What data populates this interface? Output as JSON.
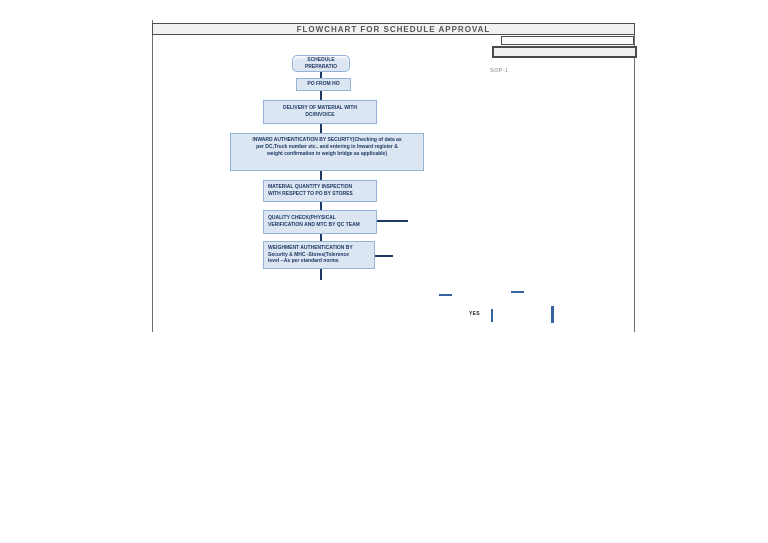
{
  "header": {
    "title": "FLOWCHART FOR SCHEDULE APPROVAL",
    "sop_label": "SOP-1"
  },
  "flowchart": {
    "nodes": [
      {
        "id": "schedule-preparation",
        "shape": "rounded",
        "label": "SCHEDULE\nPREPARATIO"
      },
      {
        "id": "po-from-ho",
        "shape": "rect",
        "label": "PO FROM HO"
      },
      {
        "id": "delivery-of-material",
        "shape": "rect",
        "label": "DELIVERY OF MATERIAL WITH\nDC/INVOICE"
      },
      {
        "id": "inward-authentication",
        "shape": "rect",
        "label": "INWARD AUTHENTICATION BY SECURITY(Checking of data as\nper DC,Truck number etc.. and entering in Inward register &\nweight confirmation in weigh bridge as applicable)"
      },
      {
        "id": "material-quantity-inspection",
        "shape": "rect",
        "label": "MATERIAL QUANTITY INSPECTION\nWITH RESPECT TO  PO BY STORES"
      },
      {
        "id": "quality-check",
        "shape": "rect",
        "label": "QUALITY CHECK(PHYSICAL\nVERIFICATION AND MTC BY QC TEAM"
      },
      {
        "id": "weighment-authentication",
        "shape": "rect",
        "label": "WEIGHMENT AUTHENTICATION BY\nSecurity & MHC -Stores(Tolerence\nlevel --As per  standard norms"
      }
    ],
    "branch_labels": {
      "yes": "YES"
    }
  },
  "colors": {
    "node_fill": "#dce6f2",
    "node_border": "#95b3d7",
    "node_text": "#1f3864",
    "connector": "#1f3864",
    "branch_fragment": "#35639f",
    "title_bar_fill": "#f1f1f1",
    "frame_border": "#4d4d4d",
    "title_text": "#555555",
    "sop_text": "#7f7f7f"
  }
}
